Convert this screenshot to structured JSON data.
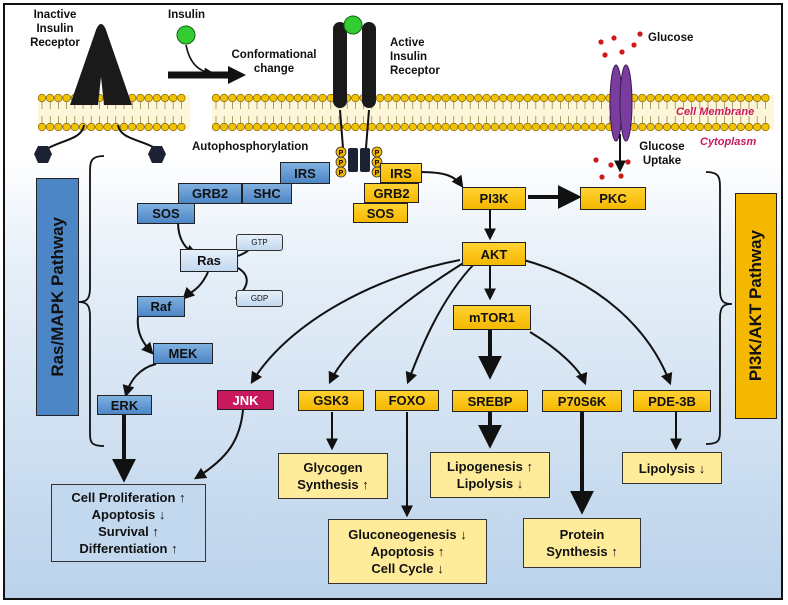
{
  "receptors": {
    "inactive_label": [
      "Inactive",
      "Insulin",
      "Receptor"
    ],
    "active_label": [
      "Active",
      "Insulin",
      "Receptor"
    ],
    "insulin_label": "Insulin",
    "conformational_label": [
      "Conformational",
      "change"
    ],
    "autophosphorylation_label": "Autophosphorylation",
    "phospho_mark": "P"
  },
  "glucose": {
    "label": "Glucose",
    "uptake_label": [
      "Glucose",
      "Uptake"
    ]
  },
  "membrane": {
    "cell_membrane_label": "Cell Membrane",
    "cytoplasm_label": "Cytoplasm"
  },
  "pathways": {
    "left_label": "Ras/MAPK Pathway",
    "right_label": "PI3K/AKT Pathway"
  },
  "nodes": {
    "irs_left": "IRS",
    "grb2_left": "GRB2",
    "shc": "SHC",
    "sos_left": "SOS",
    "ras": "Ras",
    "gtp": "GTP",
    "gdp": "GDP",
    "raf": "Raf",
    "mek": "MEK",
    "erk": "ERK",
    "jnk": "JNK",
    "irs_right": "IRS",
    "grb2_right": "GRB2",
    "sos_right": "SOS",
    "pi3k": "PI3K",
    "pkc": "PKC",
    "akt": "AKT",
    "mtor1": "mTOR1",
    "gsk3": "GSK3",
    "foxo": "FOXO",
    "srebp": "SREBP",
    "p70s6k": "P70S6K",
    "pde3b": "PDE-3B"
  },
  "outcomes": {
    "mapk": [
      "Cell Proliferation ↑",
      "Apoptosis ↓",
      "Survival ↑",
      "Differentiation ↑"
    ],
    "glycogen": [
      "Glycogen",
      "Synthesis ↑"
    ],
    "lipogenesis": [
      "Lipogenesis ↑",
      "Lipolysis ↓"
    ],
    "lipolysis": [
      "Lipolysis ↓"
    ],
    "gluconeogenesis": [
      "Gluconeogenesis ↓",
      "Apoptosis ↑",
      "Cell Cycle ↓"
    ],
    "protein": [
      "Protein",
      "Synthesis ↑"
    ]
  },
  "colors": {
    "gold": "#f5b800",
    "blue": "#4d86c6",
    "pale_blue": "#c2d8ef",
    "magenta": "#c8185e",
    "lipid_head": "#f2c200",
    "insulin": "#33cc33",
    "glucose": "#d01818",
    "transporter": "#7a3d9e",
    "receptor": "#1a1a1a"
  }
}
